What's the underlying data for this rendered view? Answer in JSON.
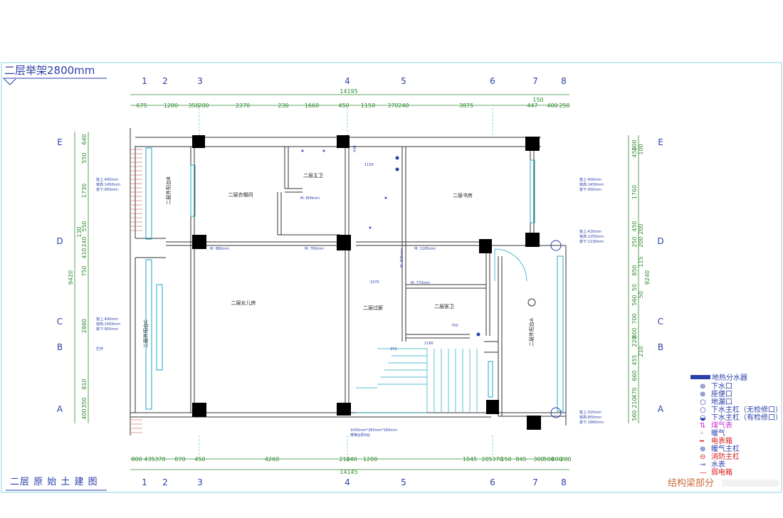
{
  "header": {
    "title": "二层举架2800mm"
  },
  "footer": {
    "left": "二层 原 始 土 建 图",
    "right": "结构梁部分"
  },
  "grid_cols": [
    "1",
    "2",
    "3",
    "4",
    "5",
    "6",
    "7",
    "8"
  ],
  "grid_rows": [
    "E",
    "D",
    "C",
    "B",
    "A"
  ],
  "dims": {
    "top_total": "14195",
    "top_segments": [
      "675",
      "1200",
      "350",
      "200",
      "2370",
      "230",
      "1660",
      "450",
      "1150",
      "370",
      "240",
      "3875",
      "150",
      "447",
      "400",
      "250"
    ],
    "bottom_total": "14145",
    "bottom_segments": [
      "800",
      "435",
      "370",
      "870",
      "450",
      "4260",
      "210",
      "240",
      "1200",
      "1045",
      "205",
      "370",
      "150",
      "845",
      "300",
      "500",
      "400",
      "200"
    ],
    "left_total": "9420",
    "left_segments": [
      "640",
      "550",
      "1730",
      "550",
      "130",
      "240",
      "410",
      "750",
      "2860",
      "810",
      "350",
      "400"
    ],
    "right_total": "9240",
    "right_segments": [
      "450",
      "200",
      "100",
      "1760",
      "450",
      "200",
      "250",
      "200",
      "850",
      "115",
      "50",
      "50",
      "560",
      "700",
      "800",
      "220",
      "210",
      "455",
      "660",
      "470",
      "210",
      "560"
    ]
  },
  "rooms": {
    "cloak": "二层衣帽间",
    "master_bath": "二层主卫",
    "study": "二层书房",
    "daughter": "二层女儿房",
    "corridor": "二层过廊",
    "guest_bath": "二层客卫",
    "balcony_a": "二层外阳台A",
    "balcony_b": "二层外阳台B",
    "balcony_c": "二层外阳台C"
  },
  "labels": {
    "m880": "M: 880mm",
    "m800": "M: 800mm",
    "m760": "M: 760mm",
    "m1165": "M: 1165mm",
    "m805": "M: 805mm",
    "m770": "M: 770mm",
    "d430": "430",
    "d1150": "1150",
    "d750": "750",
    "d1180": "1180",
    "d1570": "1570",
    "d372": "372",
    "railing": "栏杆",
    "stairs": "1000mm*265mm*160mm",
    "stairs2": "楼梯台阶8台",
    "win_a": [
      "窗上:400mm",
      "窗高:1450mm",
      "窗下:950mm"
    ],
    "win_b": [
      "窗上:400mm",
      "窗高:1430mm",
      "窗下:950mm"
    ],
    "win_c": [
      "窗上:420mm",
      "窗高:1250mm",
      "窗下:1130mm"
    ],
    "win_d": [
      "窗上:310mm",
      "窗高:850mm",
      "窗下:1660mm"
    ],
    "win_e": [
      "窗上:400mm",
      "窗高:1450mm",
      "窗下:950mm"
    ]
  },
  "legend": {
    "title": "地热分水器",
    "items": [
      {
        "label": "下水口",
        "color": "#2b3fa8"
      },
      {
        "label": "座便口",
        "color": "#2b3fa8"
      },
      {
        "label": "地漏口",
        "color": "#2b3fa8"
      },
      {
        "label": "下水主杠（无检修口）",
        "color": "#2b3fa8"
      },
      {
        "label": "下水主杠（有检修口）",
        "color": "#2b3fa8"
      },
      {
        "label": "煤气表",
        "color": "#cc33cc"
      },
      {
        "label": "暖气",
        "color": "#2b3fa8"
      },
      {
        "label": "电表箱",
        "color": "#d42020"
      },
      {
        "label": "暖气主杠",
        "color": "#2b3fa8"
      },
      {
        "label": "消防主杠",
        "color": "#d42020"
      },
      {
        "label": "水表",
        "color": "#2b3fa8"
      },
      {
        "label": "弱电箱",
        "color": "#d42020"
      }
    ]
  }
}
